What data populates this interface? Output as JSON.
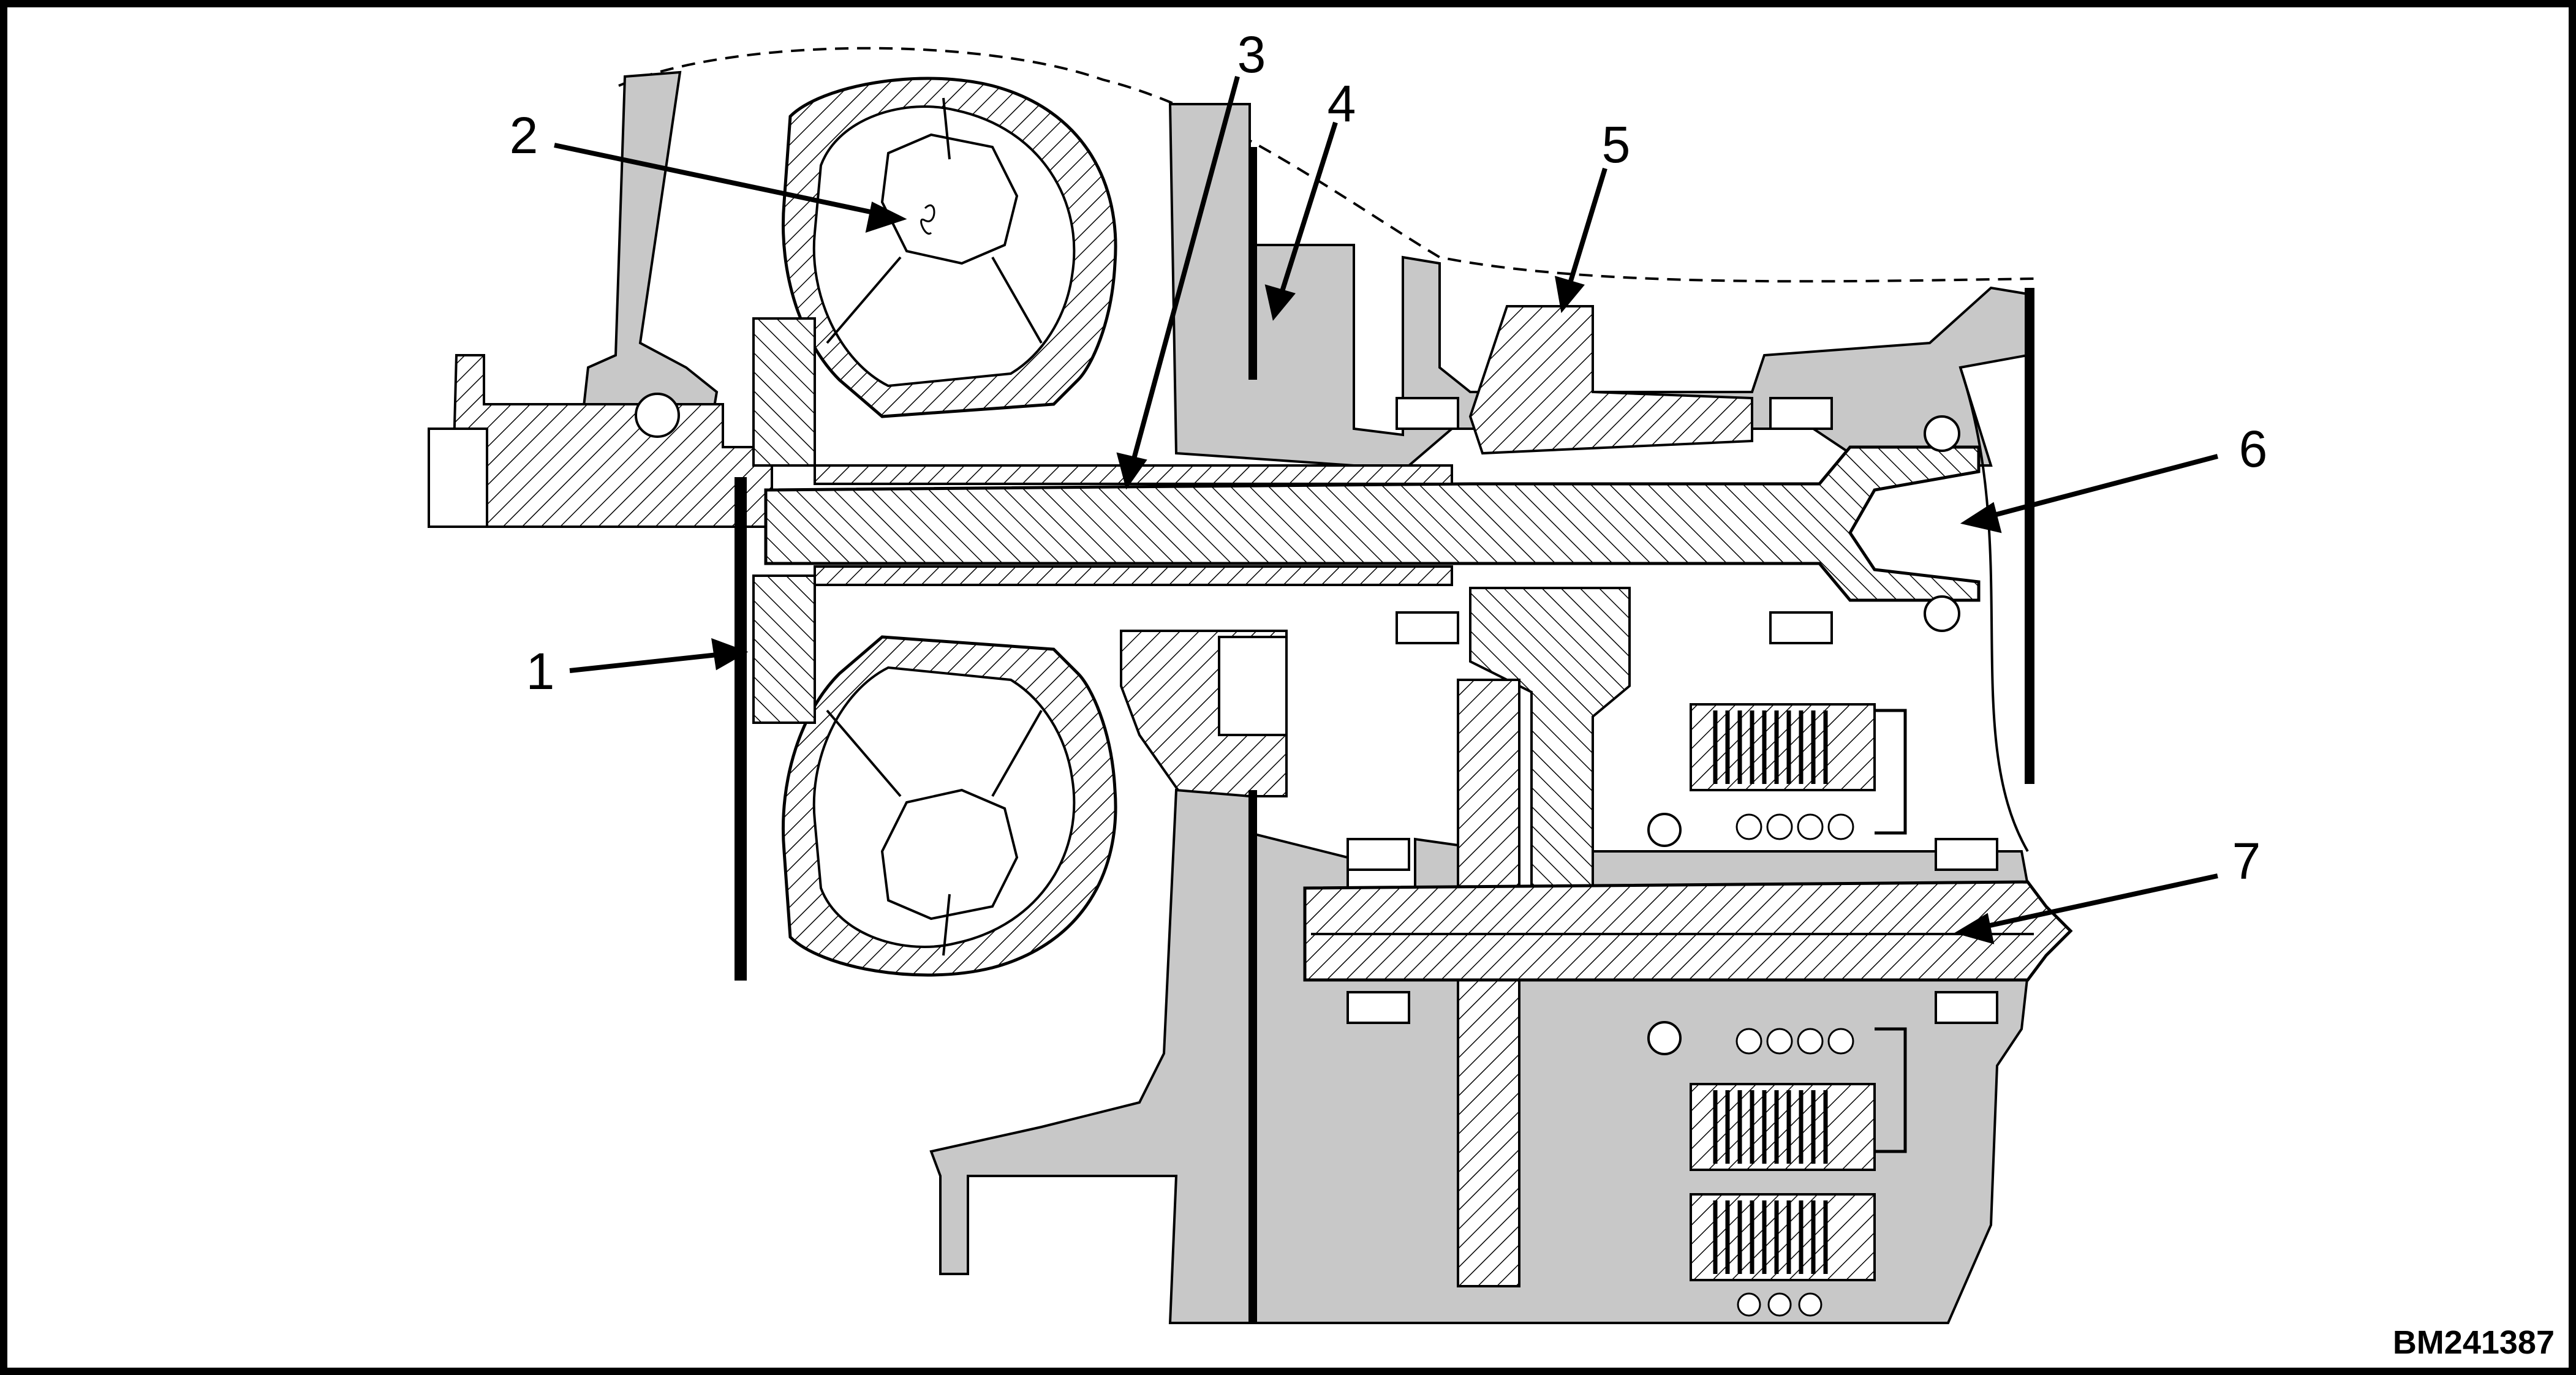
{
  "figure": {
    "id_label": "BM241387",
    "callouts": [
      "1",
      "2",
      "3",
      "4",
      "5",
      "6",
      "7"
    ]
  },
  "colors": {
    "section_fill": "#c8c8c8",
    "ink": "#000000",
    "paper": "#ffffff"
  }
}
